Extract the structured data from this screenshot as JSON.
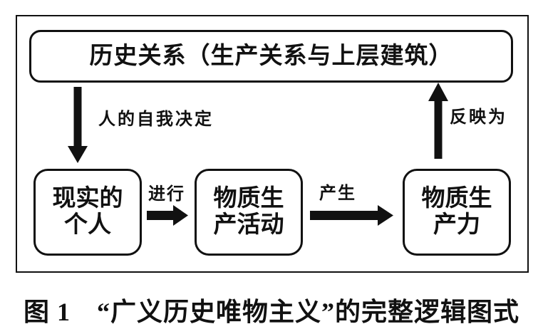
{
  "figure": {
    "top_box": "历史关系（生产关系与上层建筑）",
    "boxes": {
      "real_individual": {
        "line1": "现实的",
        "line2": "个人"
      },
      "material_activity": {
        "line1": "物质生",
        "line2": "产活动"
      },
      "productive_forces": {
        "line1": "物质生",
        "line2": "产力"
      }
    },
    "arrow_labels": {
      "down": "人的自我决定",
      "right1": "进行",
      "right2": "产生",
      "up": "反映为"
    },
    "caption": "图 1　“广义历史唯物主义”的完整逻辑图式",
    "colors": {
      "ink": "#111111",
      "background": "#ffffff"
    }
  }
}
